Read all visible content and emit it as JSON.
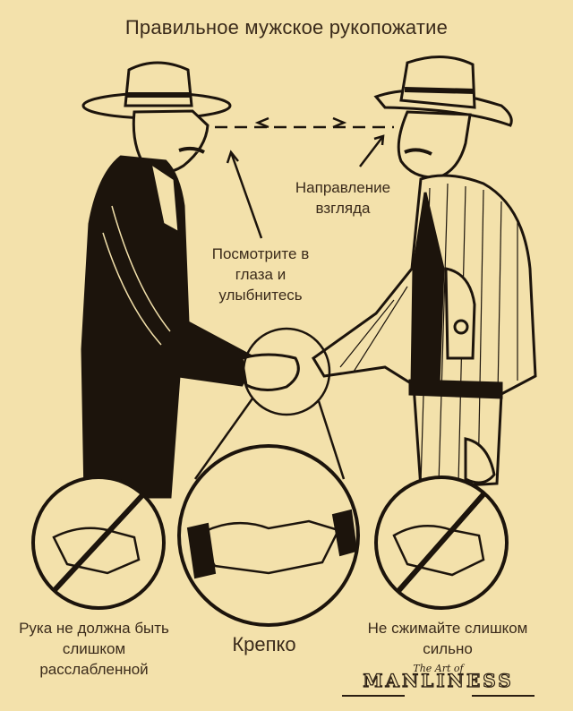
{
  "title": "Правильное мужское рукопожатие",
  "labels": {
    "gaze": "Направление взгляда",
    "eyes": "Посмотрите в глаза и улыбнитесь",
    "relaxed": "Рука не должна быть слишком расслабленной",
    "firm": "Крепко",
    "squeeze": "Не сжимайте слишком сильно"
  },
  "logo": {
    "script": "The Art of",
    "word": "MANLINESS"
  },
  "colors": {
    "background": "#f3e1ab",
    "ink": "#1c140c"
  }
}
